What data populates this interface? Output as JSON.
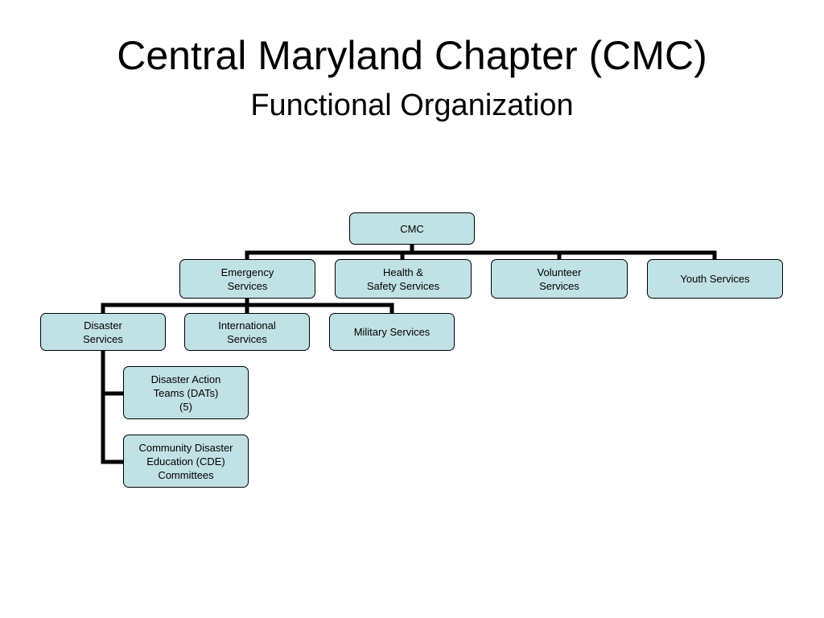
{
  "slide": {
    "title": "Central Maryland Chapter (CMC)",
    "subtitle": "Functional Organization"
  },
  "colors": {
    "box_fill": "#c1e2e5",
    "box_border": "#000000",
    "connector": "#000000"
  },
  "org_chart": {
    "root": {
      "label": "CMC"
    },
    "level2": [
      {
        "label": "Emergency\nServices"
      },
      {
        "label": "Health &\nSafety Services"
      },
      {
        "label": "Volunteer\nServices"
      },
      {
        "label": "Youth Services"
      }
    ],
    "emergency_children": [
      {
        "label": "Disaster\nServices"
      },
      {
        "label": "International\nServices"
      },
      {
        "label": "Military Services"
      }
    ],
    "disaster_children": [
      {
        "label": "Disaster Action\nTeams (DATs)\n(5)"
      },
      {
        "label": "Community Disaster\nEducation (CDE)\nCommittees"
      }
    ]
  }
}
